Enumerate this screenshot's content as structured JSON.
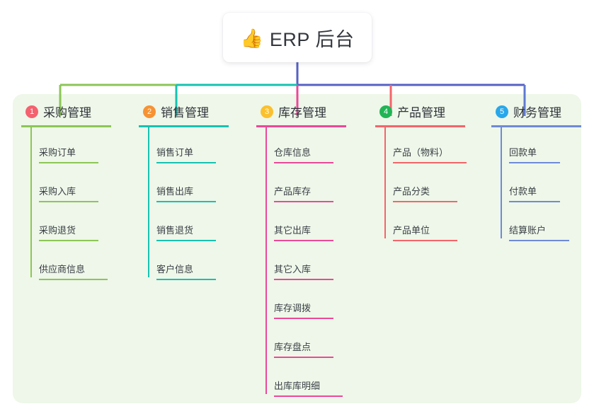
{
  "diagram": {
    "title": "ERP 后台",
    "root": {
      "icon": "thumbs-up-icon",
      "emoji": "👍",
      "label": "ERP 后台"
    },
    "panel_background": "#eef7e9",
    "stem_color": "#5661c4",
    "branches": [
      {
        "index": "1",
        "label": "采购管理",
        "badge_color": "#f4616f",
        "line_color": "#8cc657",
        "connector_color": "#8cc657",
        "items": [
          "采购订单",
          "采购入库",
          "采购退货",
          "供应商信息"
        ]
      },
      {
        "index": "2",
        "label": "销售管理",
        "badge_color": "#f79233",
        "line_color": "#16c2b1",
        "connector_color": "#16c2b1",
        "items": [
          "销售订单",
          "销售出库",
          "销售退货",
          "客户信息"
        ]
      },
      {
        "index": "3",
        "label": "库存管理",
        "badge_color": "#fbc02d",
        "line_color": "#ec4899",
        "connector_color": "#ec4899",
        "items": [
          "仓库信息",
          "产品库存",
          "其它出库",
          "其它入库",
          "库存调拨",
          "库存盘点",
          "出库库明细"
        ]
      },
      {
        "index": "4",
        "label": "产品管理",
        "badge_color": "#22b455",
        "line_color": "#f4656a",
        "connector_color": "#f4656a",
        "items": [
          "产品（物料）",
          "产品分类",
          "产品单位"
        ]
      },
      {
        "index": "5",
        "label": "财务管理",
        "badge_color": "#29a7ea",
        "line_color": "#6f8ad8",
        "connector_color": "#5f79cf",
        "items": [
          "回款单",
          "付款单",
          "结算账户"
        ]
      }
    ]
  }
}
